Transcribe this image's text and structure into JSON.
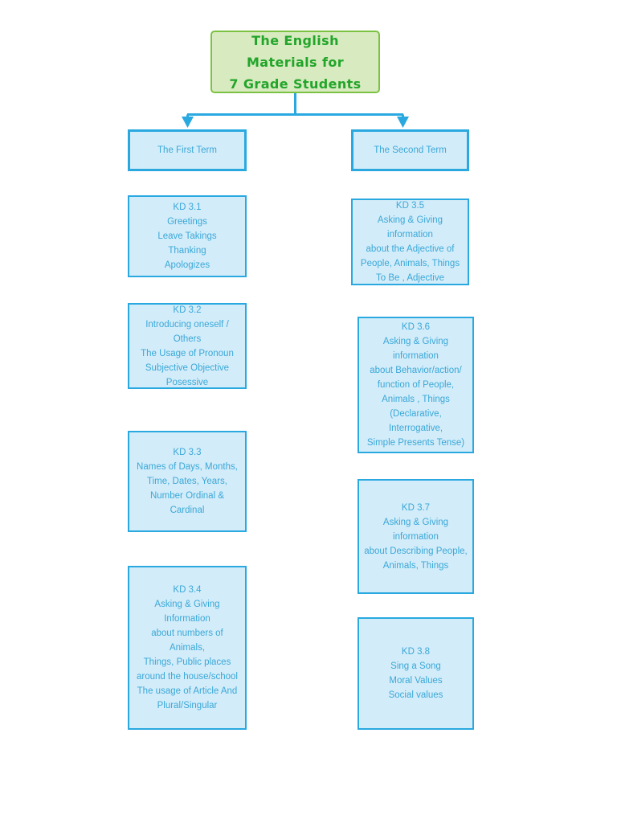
{
  "diagram": {
    "type": "tree-hierarchy",
    "background_color": "#ffffff",
    "accent_blue": "#29a9e0",
    "node_fill_blue": "#d3ecf9",
    "text_blue": "#3aa8d8",
    "accent_green": "#7cc242",
    "node_fill_green": "#d8eabf",
    "text_green": "#22a52a",
    "root": {
      "label": "The English Materials for\n7 Grade Students"
    },
    "branches": [
      {
        "label": "The First Term",
        "children": [
          {
            "id": "KD 3.1",
            "label": "KD 3.1\nGreetings\nLeave Takings\nThanking\nApologizes"
          },
          {
            "id": "KD 3.2",
            "label": "KD 3.2\nIntroducing oneself / Others\nThe Usage of Pronoun\nSubjective Objective\nPosessive"
          },
          {
            "id": "KD 3.3",
            "label": "KD 3.3\nNames of Days, Months,\nTime, Dates, Years,\nNumber Ordinal & Cardinal"
          },
          {
            "id": "KD 3.4",
            "label": "KD 3.4\nAsking & Giving Information\nabout numbers of Animals,\nThings, Public places\naround the house/school\nThe usage of Article And\nPlural/Singular"
          }
        ]
      },
      {
        "label": "The Second Term",
        "children": [
          {
            "id": "KD 3.5",
            "label": "KD 3.5\nAsking & Giving information\nabout the Adjective of\nPeople, Animals, Things\nTo Be , Adjective"
          },
          {
            "id": "KD 3.6",
            "label": "KD 3.6\nAsking & Giving information\nabout Behavior/action/\nfunction of People,\nAnimals , Things\n(Declarative, Interrogative,\nSimple Presents Tense)"
          },
          {
            "id": "KD 3.7",
            "label": "KD 3.7\nAsking & Giving information\nabout Describing People,\nAnimals, Things"
          },
          {
            "id": "KD 3.8",
            "label": "KD 3.8\nSing a Song\nMoral Values\nSocial values"
          }
        ]
      }
    ]
  }
}
